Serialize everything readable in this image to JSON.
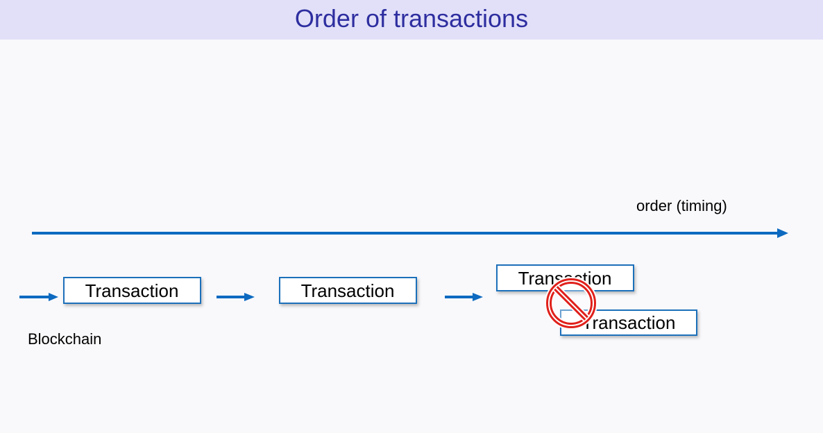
{
  "title": "Order of transactions",
  "axis_label": "order (timing)",
  "chain_label": "Blockchain",
  "transactions": [
    {
      "label": "Transaction"
    },
    {
      "label": "Transaction"
    },
    {
      "label": "Transaction"
    },
    {
      "label": "Transaction"
    }
  ],
  "colors": {
    "title_bar": "#e2e0f8",
    "title_text": "#2e2ea0",
    "arrow": "#0d6ac0",
    "box_border": "#1a6fba",
    "prohibited": "#e0201b"
  },
  "icons": [
    "prohibited-icon"
  ]
}
